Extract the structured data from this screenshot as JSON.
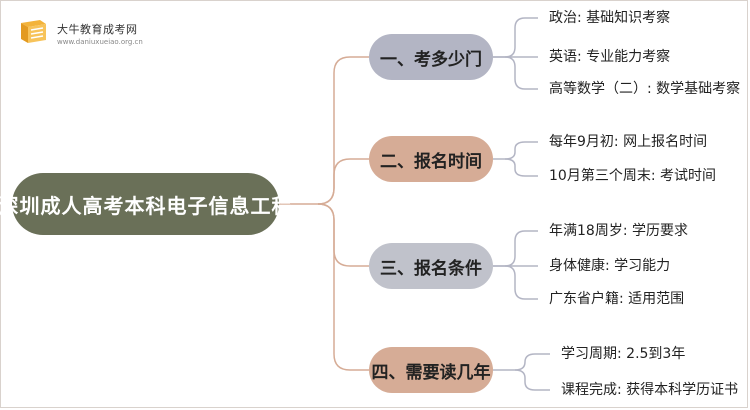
{
  "logo": {
    "title": "大牛教育成考网",
    "url": "www.daniuxueiao.org.cn"
  },
  "root": {
    "label": "深圳成人高考本科电子信息工程"
  },
  "branches": [
    {
      "label": "一、考多少门",
      "leaves": [
        "政治: 基础知识考察",
        "英语: 专业能力考察",
        "高等数学（二）: 数学基础考察"
      ]
    },
    {
      "label": "二、报名时间",
      "leaves": [
        "每年9月初: 网上报名时间",
        "10月第三个周末: 考试时间"
      ]
    },
    {
      "label": "三、报名条件",
      "leaves": [
        "年满18周岁: 学历要求",
        "身体健康: 学习能力",
        "广东省户籍: 适用范围"
      ]
    },
    {
      "label": "四、需要读几年",
      "leaves": [
        "学习周期: 2.5到3年",
        "课程完成: 获得本科学历证书"
      ]
    }
  ],
  "colors": {
    "root": "#6a7058",
    "branch_purple": "#b3b5c4",
    "branch_tan": "#d6ac96",
    "connector_root": "#d6ac96",
    "connector_leaf": "#b3b5c4"
  }
}
